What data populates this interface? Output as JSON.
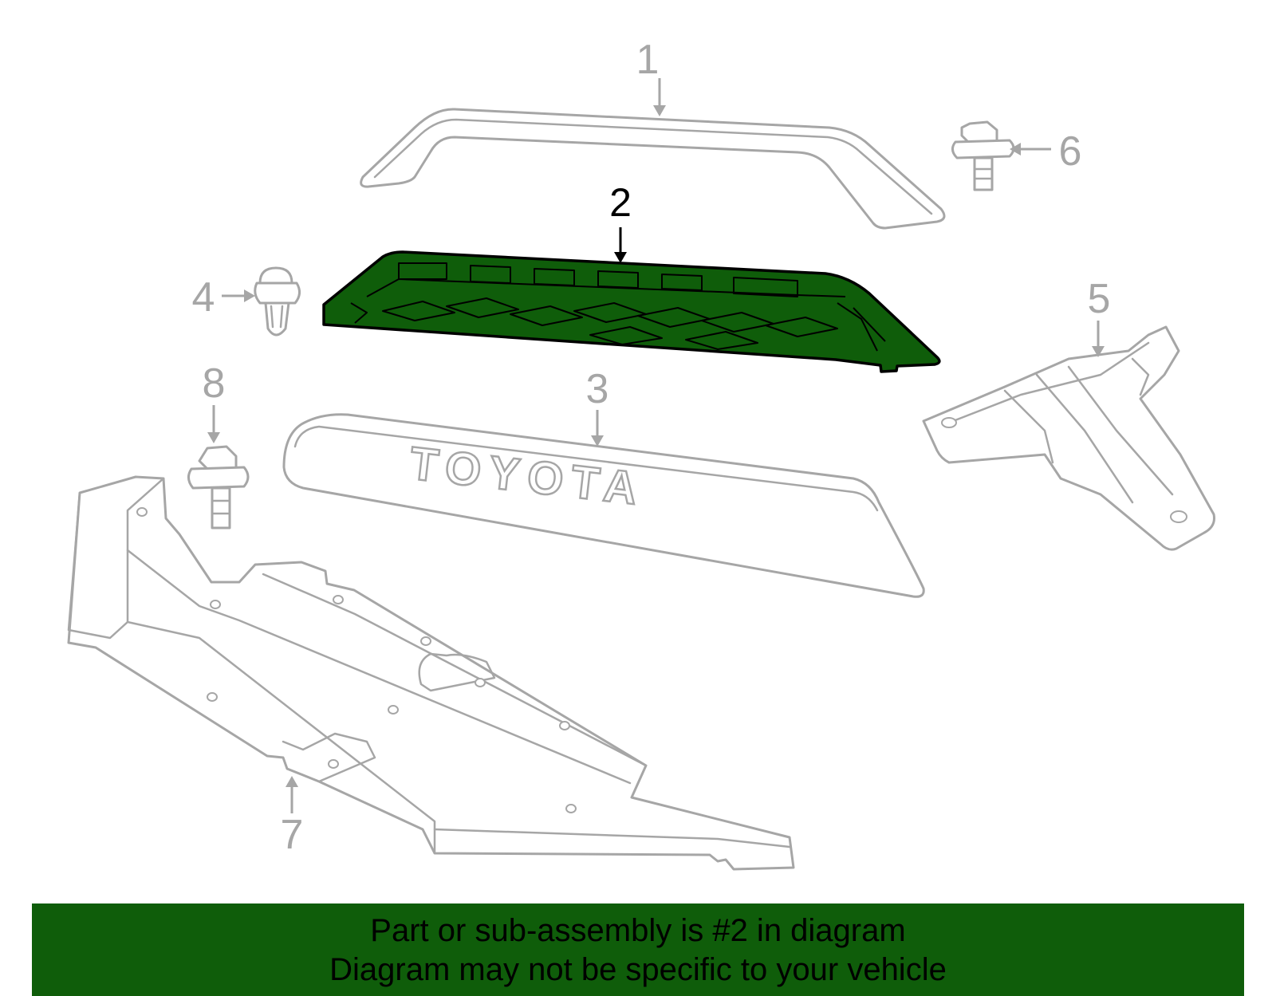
{
  "diagram": {
    "brand_mark": "TOYOTA",
    "highlight_color": "#0f5d0a",
    "outline_color": "#a6a6a6",
    "callouts": [
      {
        "id": "1",
        "label": "1",
        "highlighted": false
      },
      {
        "id": "2",
        "label": "2",
        "highlighted": true
      },
      {
        "id": "3",
        "label": "3",
        "highlighted": false
      },
      {
        "id": "4",
        "label": "4",
        "highlighted": false
      },
      {
        "id": "5",
        "label": "5",
        "highlighted": false
      },
      {
        "id": "6",
        "label": "6",
        "highlighted": false
      },
      {
        "id": "7",
        "label": "7",
        "highlighted": false
      },
      {
        "id": "8",
        "label": "8",
        "highlighted": false
      }
    ]
  },
  "banner": {
    "line1": "Part or sub-assembly is #2 in diagram",
    "line2": "Diagram may not be specific to your vehicle",
    "background": "#0f5d0a"
  }
}
